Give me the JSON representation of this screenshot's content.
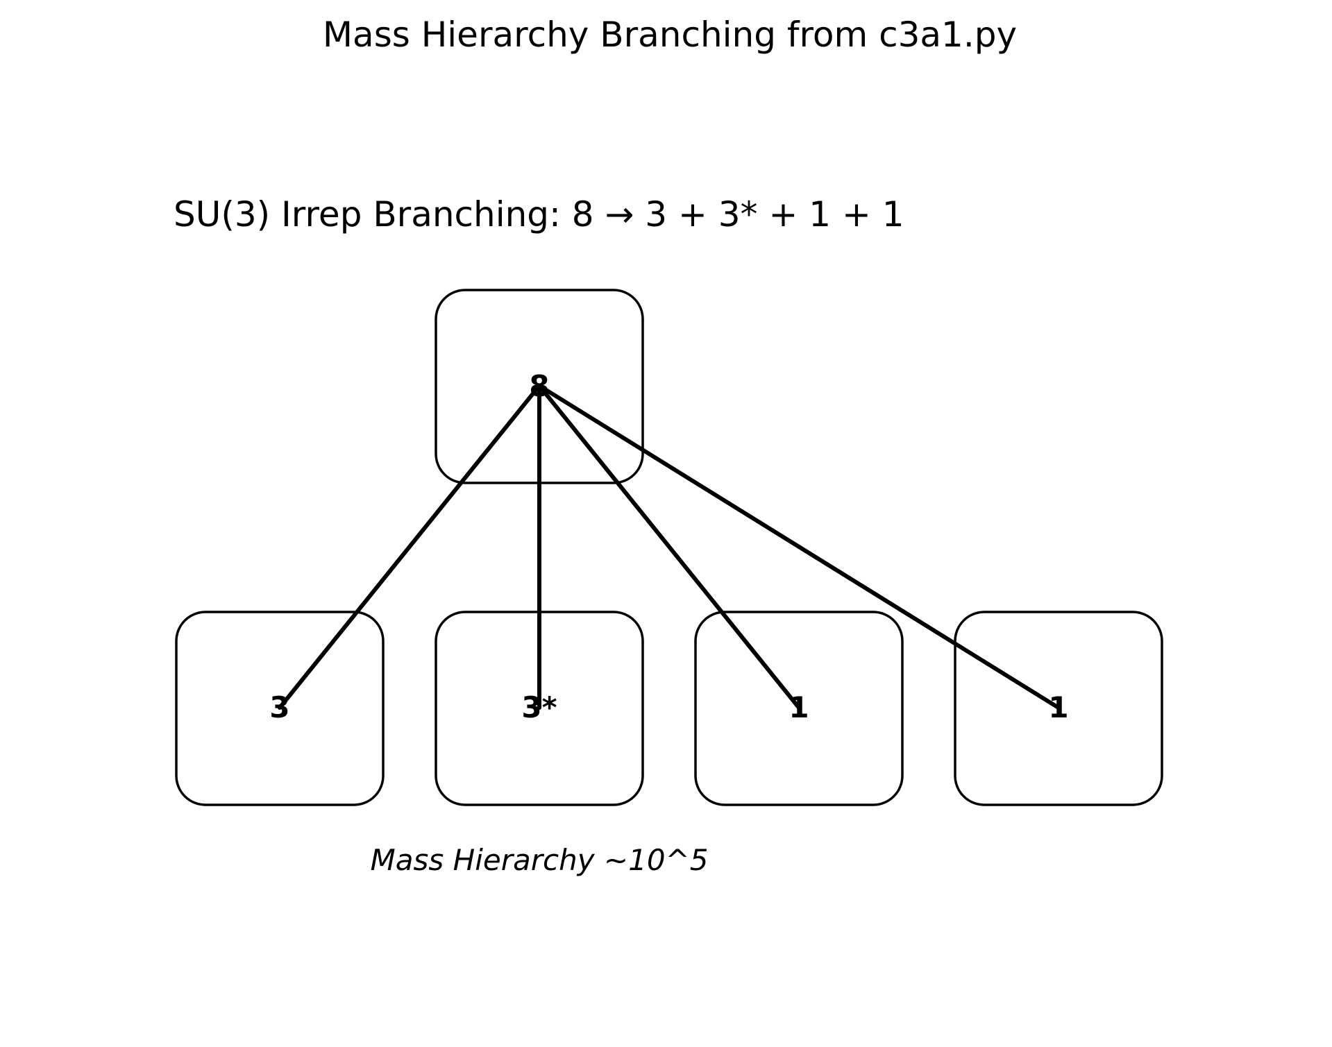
{
  "title": "Mass Hierarchy Branching from c3a1.py",
  "subtitle": "SU(3) Irrep Branching: 8 → 3 + 3* + 1 + 1",
  "nodes": [
    {
      "id": "root",
      "label": "8"
    },
    {
      "id": "child1",
      "label": "3"
    },
    {
      "id": "child2",
      "label": "3*"
    },
    {
      "id": "child3",
      "label": "1"
    },
    {
      "id": "child4",
      "label": "1"
    }
  ],
  "edges": [
    {
      "from": "root",
      "to": "child1"
    },
    {
      "from": "root",
      "to": "child2"
    },
    {
      "from": "root",
      "to": "child3"
    },
    {
      "from": "root",
      "to": "child4"
    }
  ],
  "annotation": "Mass Hierarchy ~10^5"
}
